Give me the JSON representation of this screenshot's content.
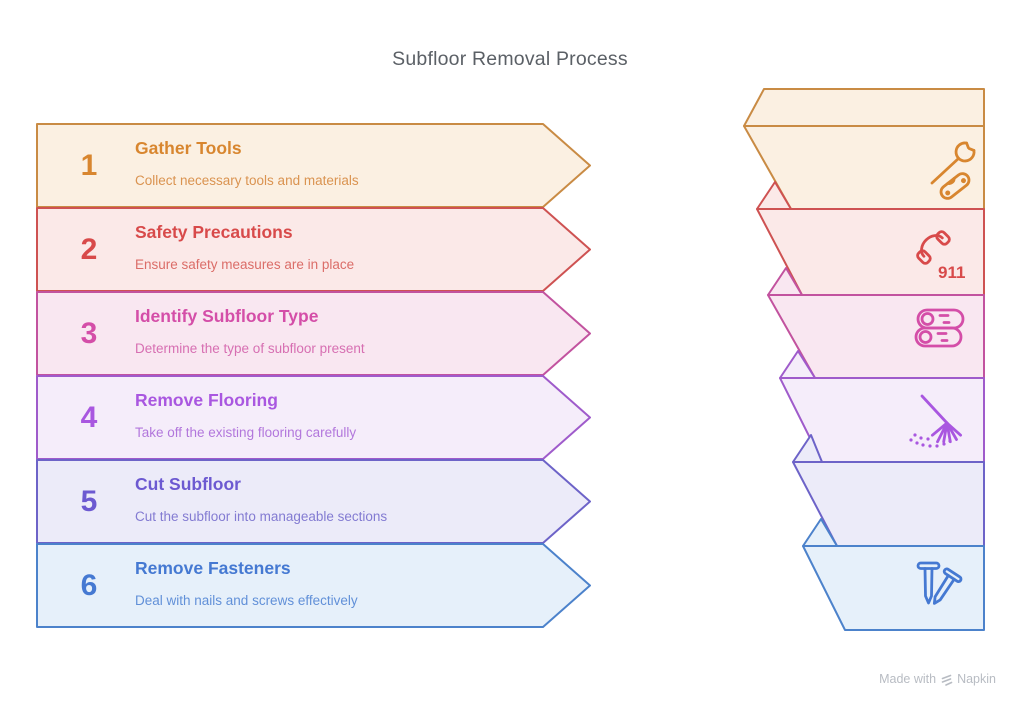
{
  "page": {
    "title": "Subfloor Removal Process",
    "background": "#ffffff",
    "title_color": "#5b6066"
  },
  "watermark": {
    "prefix": "Made with",
    "brand": "Napkin",
    "color": "#b8bcc3"
  },
  "steps": [
    {
      "number": "1",
      "title": "Gather Tools",
      "description": "Collect necessary tools and materials",
      "icon": "tools",
      "colors": {
        "border": "#C98B44",
        "fill": "#FBF0E2",
        "accent": "#D8862F",
        "desc": "#DA9350"
      }
    },
    {
      "number": "2",
      "title": "Safety Precautions",
      "description": "Ensure safety measures are in place",
      "icon": "phone-911",
      "icon_label": "911",
      "colors": {
        "border": "#CE5252",
        "fill": "#FBE9E8",
        "accent": "#D84A4A",
        "desc": "#DB6D68"
      }
    },
    {
      "number": "3",
      "title": "Identify Subfloor Type",
      "description": "Determine the type of subfloor present",
      "icon": "logs",
      "colors": {
        "border": "#C2539F",
        "fill": "#F9E7F1",
        "accent": "#D44EA8",
        "desc": "#D76FB2"
      }
    },
    {
      "number": "4",
      "title": "Remove Flooring",
      "description": "Take off the existing flooring carefully",
      "icon": "broom",
      "colors": {
        "border": "#9F5BCB",
        "fill": "#F5EDFA",
        "accent": "#A957E0",
        "desc": "#B277DC"
      }
    },
    {
      "number": "5",
      "title": "Cut Subfloor",
      "description": "Cut the subfloor into manageable sections",
      "icon": "none",
      "colors": {
        "border": "#6D63C8",
        "fill": "#ECEBF9",
        "accent": "#6C59D1",
        "desc": "#837BD2"
      }
    },
    {
      "number": "6",
      "title": "Remove Fasteners",
      "description": "Deal with nails and screws effectively",
      "icon": "nails",
      "colors": {
        "border": "#4C82CB",
        "fill": "#E6F0FA",
        "accent": "#4579D2",
        "desc": "#6190D8"
      }
    }
  ]
}
